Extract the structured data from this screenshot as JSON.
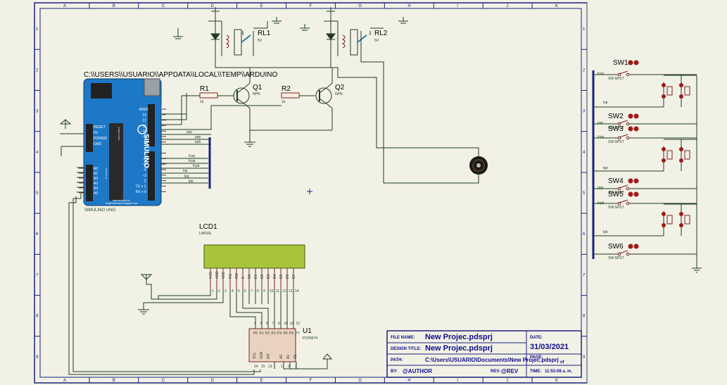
{
  "border": {
    "columns": [
      "A",
      "B",
      "C",
      "D",
      "E",
      "F",
      "G",
      "H",
      "I",
      "J",
      "K"
    ],
    "rows": [
      "1",
      "2",
      "3",
      "4",
      "5",
      "6",
      "7",
      "8",
      "9"
    ]
  },
  "arduino": {
    "path_label": "C:\\\\USERS\\\\USUARIO\\\\APPDATA\\\\LOCAL\\\\TEMP\\\\ARDUINO",
    "name": "SIMULINO UNO",
    "logo": "SIMULINO",
    "url1": "www.arduino.cc",
    "url2": "blogembarcado.blogspot.com",
    "digital_pins": [
      "AREF",
      "13",
      "12",
      "~11",
      "~10",
      "~9",
      "8",
      "7",
      "~6",
      "~5",
      "4",
      "~3",
      "2",
      "TX > 1",
      "RX < 0"
    ],
    "analog_pins": [
      "A0",
      "A1",
      "A2",
      "A3",
      "A4",
      "A5"
    ],
    "power_pins": [
      "RESET",
      "5V",
      "POWER",
      "GND"
    ],
    "header_labels": [
      "DIGITAL (PWM~)",
      "ANALOG IN",
      "ATMEGA328P"
    ]
  },
  "nets": {
    "psp": "psp",
    "ppp": "ppp",
    "ppb": "ppb",
    "fcsp": "fcsp",
    "fcpp": "fcpp",
    "fcpb": "fcpb",
    "lsp": "lsp",
    "lpp": "lpp",
    "lpb": "lpb",
    "fcsp_r": "fcsp",
    "lsp_r": "lsp",
    "psp_r": "psp",
    "fcpp_r": "fcpp",
    "lpp_r": "lpp",
    "ppp_r": "ppp",
    "fcpb_r": "fcpb",
    "lpb_r": "lpb"
  },
  "components": {
    "r1": {
      "ref": "R1",
      "value": "1k"
    },
    "r2": {
      "ref": "R2",
      "value": "1k"
    },
    "q1": {
      "ref": "Q1",
      "type": "NPN"
    },
    "q2": {
      "ref": "Q2",
      "type": "NPN"
    },
    "rl1": {
      "ref": "RL1",
      "value": "5V"
    },
    "rl2": {
      "ref": "RL2",
      "value": "5V"
    },
    "lcd": {
      "ref": "LCD1",
      "model": "LM016L",
      "pins": [
        "VSS",
        "VDD",
        "VEE",
        "RS",
        "RW",
        "E",
        "D0",
        "D1",
        "D2",
        "D3",
        "D4",
        "D5",
        "D6",
        "D7"
      ],
      "pin_nums": [
        "1",
        "2",
        "3",
        "4",
        "5",
        "6",
        "7",
        "8",
        "9",
        "10",
        "11",
        "12",
        "13",
        "14"
      ]
    },
    "u1": {
      "ref": "U1",
      "model": "PCF8574",
      "top_pins": [
        "P0",
        "P1",
        "P2",
        "P3",
        "P4",
        "P5",
        "P6",
        "P7"
      ],
      "top_nums": [
        "4",
        "5",
        "6",
        "7",
        "9",
        "10",
        "11",
        "12"
      ],
      "bottom_pins": [
        "SCL",
        "SDA",
        "INT",
        "A0",
        "A1",
        "A2"
      ],
      "bottom_nums": [
        "14",
        "15",
        "13",
        "1",
        "2",
        "3"
      ]
    },
    "sw1": {
      "ref": "SW1",
      "type": "SW-SPST"
    },
    "sw2": {
      "ref": "SW2",
      "type": "SW-SPST"
    },
    "sw3": {
      "ref": "SW3",
      "type": "SW-SPST"
    },
    "sw4": {
      "ref": "SW4",
      "type": "SW-SPST"
    },
    "sw5": {
      "ref": "SW5",
      "type": "SW-SPST"
    },
    "sw6": {
      "ref": "SW6",
      "type": "SW-SPST"
    }
  },
  "title_block": {
    "file_name_label": "FILE NAME:",
    "file_name": "New Projec.pdsprj",
    "design_title_label": "DESIGN TITLE:",
    "design_title": "New Projec.pdsprj",
    "path_label": "PATH:",
    "path": "C:\\Users\\USUARIO\\Documents\\New Projec.pdsprj",
    "by_label": "BY:",
    "author": "@AUTHOR",
    "rev_label": "REV:",
    "rev": "@REV",
    "date_label": "DATE:",
    "date": "31/03/2021",
    "page_label": "PAGE:",
    "page_of": "of",
    "time_label": "TIME:",
    "time": "11:53:08 a. m."
  },
  "colors": {
    "background": "#f2f1e6",
    "frame": "#1a237e",
    "wire": "#1e3d1e",
    "board": "#1e78c8",
    "lcd": "#a8c43a",
    "chip": "#e9d2c0",
    "switch_terminal": "#9e1a1a"
  }
}
